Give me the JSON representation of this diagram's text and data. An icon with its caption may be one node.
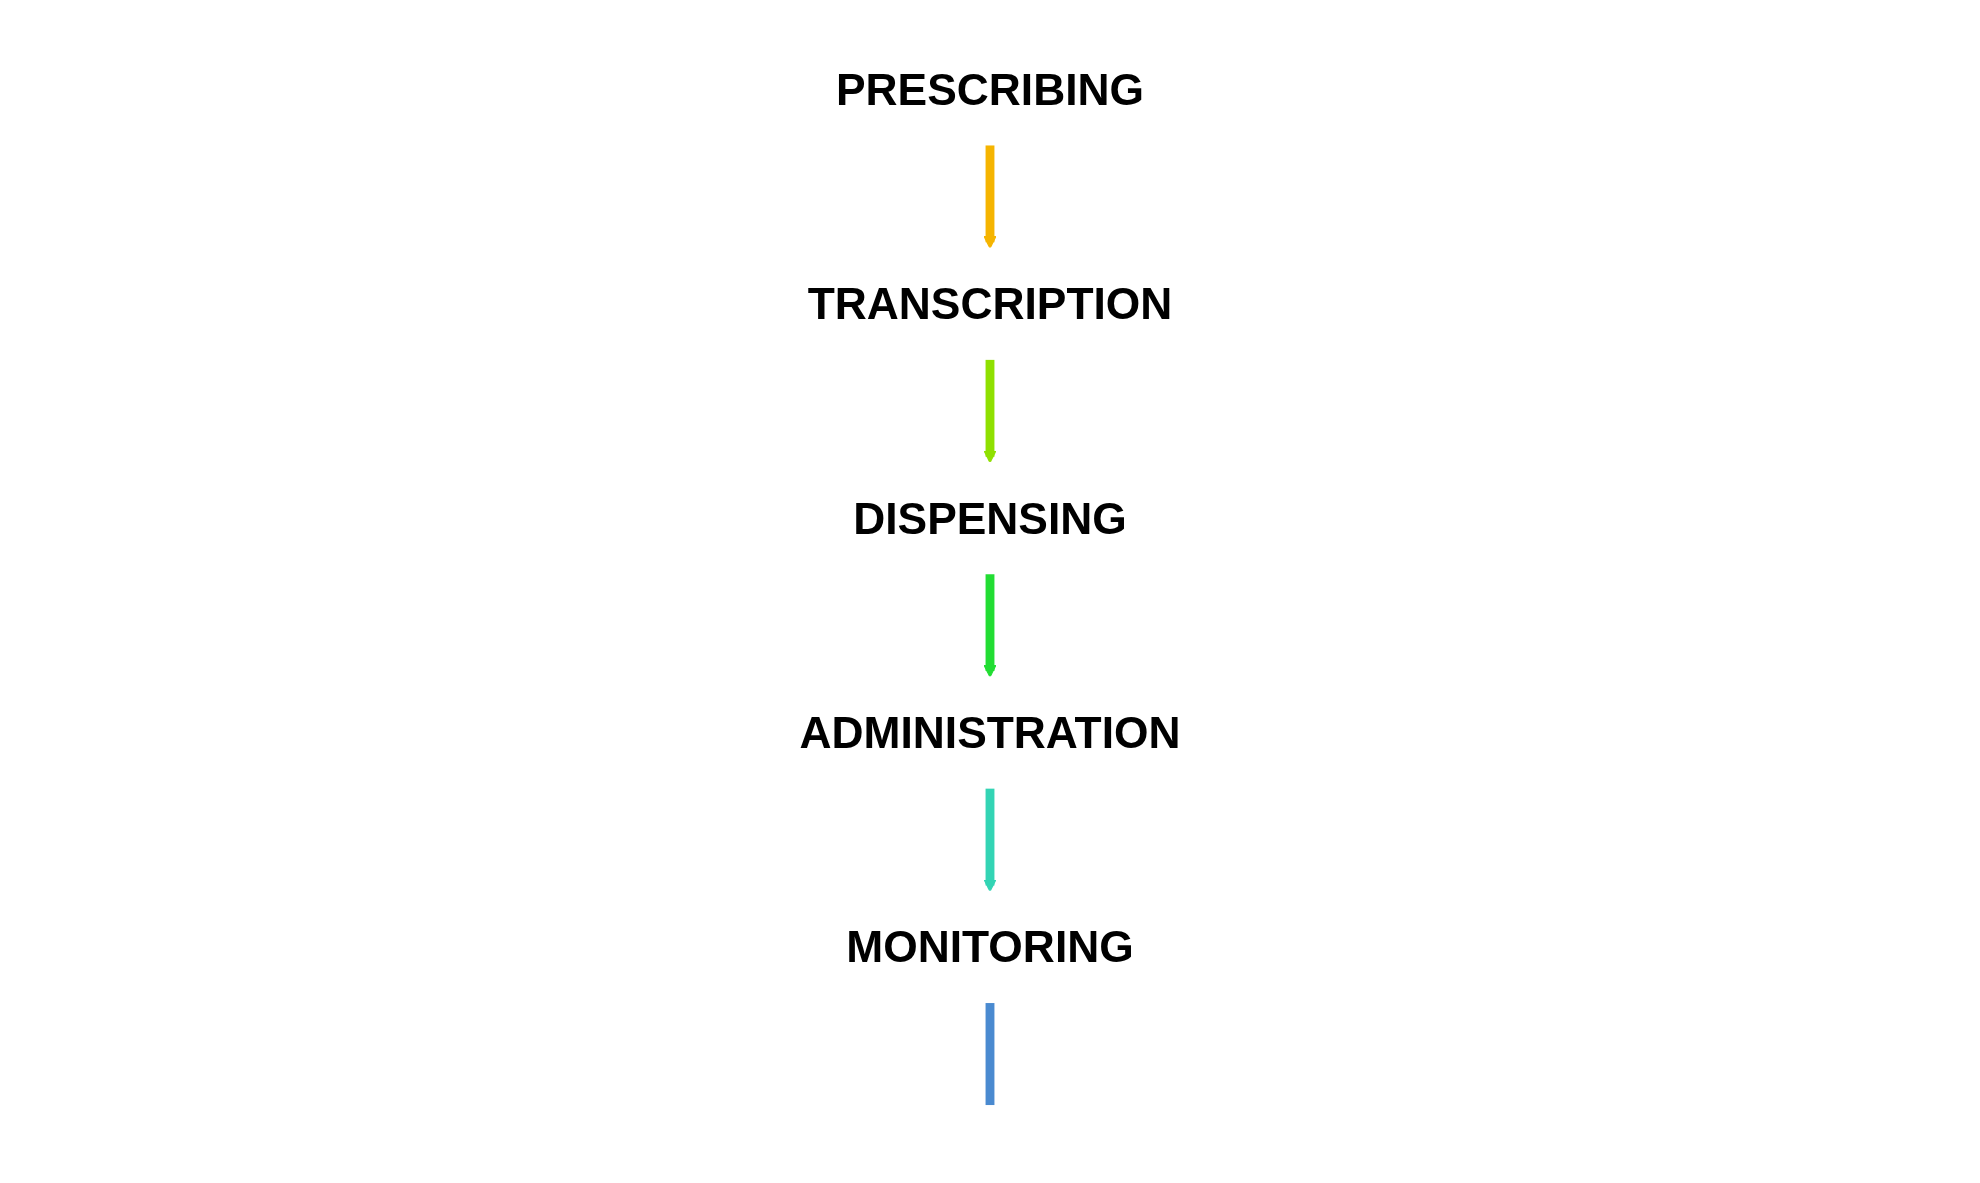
{
  "diagram": {
    "nodes": [
      {
        "text": [
          "PRESCRIBING"
        ]
      },
      {
        "text": [
          "TRANSCRIPTION"
        ]
      },
      {
        "text": [
          "DISPENSING"
        ]
      },
      {
        "text": [
          "ADMINISTRATION"
        ]
      },
      {
        "text": [
          "MONITORING"
        ]
      }
    ],
    "edges": [
      {
        "from": 0,
        "to": 1,
        "arrow": "to",
        "color": "#f5b400"
      },
      {
        "from": 1,
        "to": 2,
        "arrow": "to",
        "color": "#8fe000"
      },
      {
        "from": 2,
        "to": 3,
        "arrow": "to",
        "color": "#22dd33"
      },
      {
        "from": 3,
        "to": 4,
        "arrow": "to",
        "color": "#33d4b4"
      },
      {
        "from": 4,
        "to": null,
        "arrow": "none",
        "color": "#4a8ad0"
      }
    ]
  }
}
